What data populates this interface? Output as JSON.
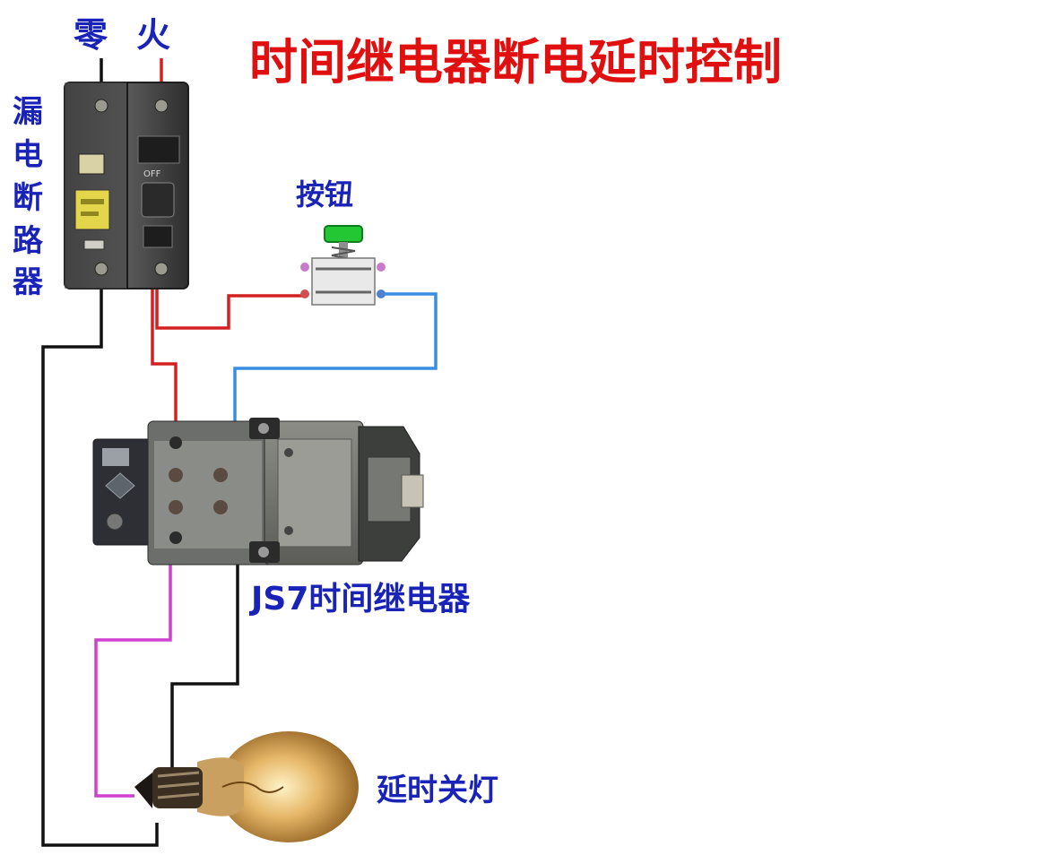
{
  "title": "时间继电器断电延时控制",
  "labels": {
    "neutral": "零",
    "live": "火",
    "breaker": [
      "漏",
      "电",
      "断",
      "路",
      "器"
    ],
    "button": "按钮",
    "relay": "JS7时间继电器",
    "lamp": "延时关灯"
  },
  "breaker_marks": {
    "switch_off": "OFF"
  },
  "colors": {
    "title": "#e01010",
    "label": "#1a23b8",
    "wire_live": "#d42020",
    "wire_button": "#3a8ee0",
    "wire_neutral": "#111111",
    "wire_lamp": "#d040d0",
    "button_cap": "#22c733"
  }
}
